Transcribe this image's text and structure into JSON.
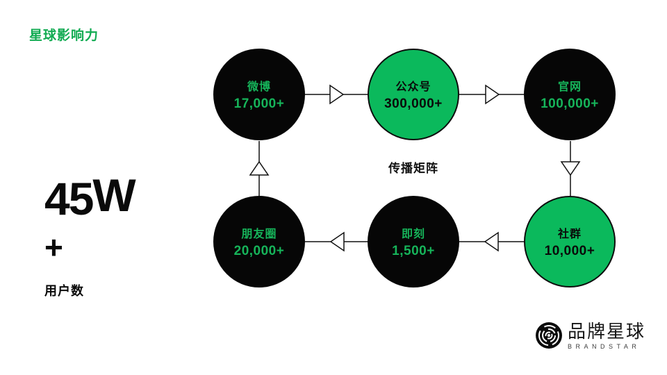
{
  "page": {
    "title": "星球影响力",
    "center_label": "传播矩阵"
  },
  "stat": {
    "number": "45",
    "unit": "W",
    "plus": "+",
    "caption": "用户数"
  },
  "matrix": {
    "nodes": [
      {
        "id": "weibo",
        "label": "微博",
        "value": "17,000+",
        "variant": "black"
      },
      {
        "id": "gongzhonghao",
        "label": "公众号",
        "value": "300,000+",
        "variant": "green"
      },
      {
        "id": "guanwang",
        "label": "官网",
        "value": "100,000+",
        "variant": "black"
      },
      {
        "id": "shequn",
        "label": "社群",
        "value": "10,000+",
        "variant": "green"
      },
      {
        "id": "jike",
        "label": "即刻",
        "value": "1,500+",
        "variant": "black"
      },
      {
        "id": "pengyouquan",
        "label": "朋友圈",
        "value": "20,000+",
        "variant": "black"
      }
    ]
  },
  "logo": {
    "name": "品牌星球",
    "subtitle": "BRANDSTAR"
  },
  "colors": {
    "green_fill": "#0bb95c",
    "green_text": "#16b45a",
    "title_green": "#12ab52",
    "circle_black": "#060606",
    "ink": "#0a0a0a"
  }
}
